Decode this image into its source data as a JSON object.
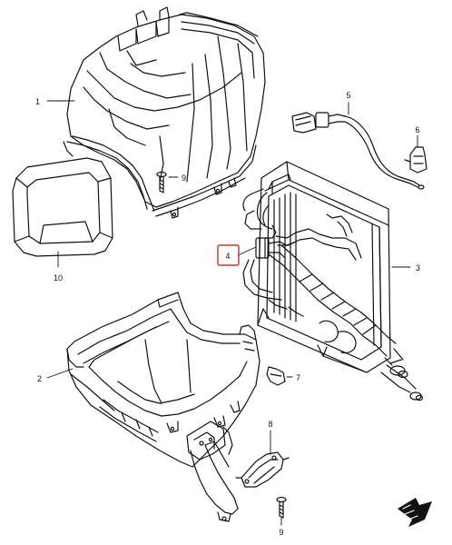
{
  "diagram": {
    "colors": {
      "ink": "#111111",
      "paper": "#ffffff",
      "highlight_box": "#c0392b"
    },
    "callouts": {
      "c1": "1",
      "c2": "2",
      "c3": "3",
      "c4": "4",
      "c5": "5",
      "c6": "6",
      "c7": "7",
      "c8": "8",
      "c9_upper": "9",
      "c9_lower": "9",
      "c10": "10"
    },
    "icons": {
      "front_arrow": "front-direction-arrow-icon"
    }
  }
}
